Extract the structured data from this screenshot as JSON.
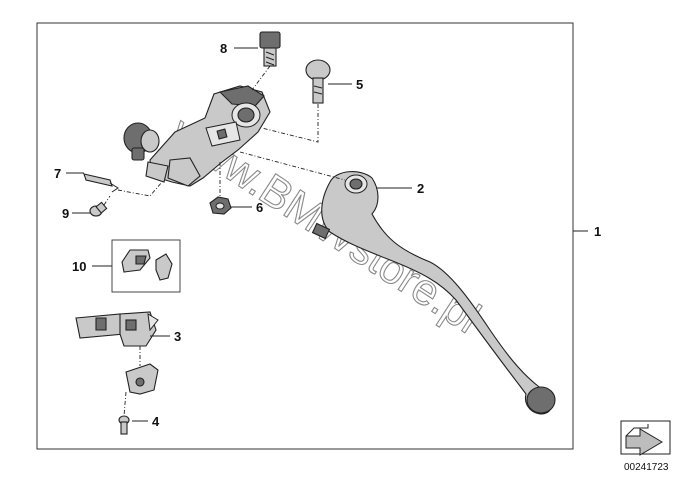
{
  "callouts": [
    {
      "id": "1",
      "label": "1"
    },
    {
      "id": "2",
      "label": "2"
    },
    {
      "id": "3",
      "label": "3"
    },
    {
      "id": "4",
      "label": "4"
    },
    {
      "id": "5",
      "label": "5"
    },
    {
      "id": "6",
      "label": "6"
    },
    {
      "id": "7",
      "label": "7"
    },
    {
      "id": "8",
      "label": "8"
    },
    {
      "id": "9",
      "label": "9"
    },
    {
      "id": "10",
      "label": "10"
    }
  ],
  "watermark": "www.BMWstore.pl",
  "reference_number": "00241723",
  "colors": {
    "frame": "#333333",
    "part_fill": "#c9c9c9",
    "part_dark": "#6e6e6e",
    "watermark": "#8a8a8a"
  }
}
